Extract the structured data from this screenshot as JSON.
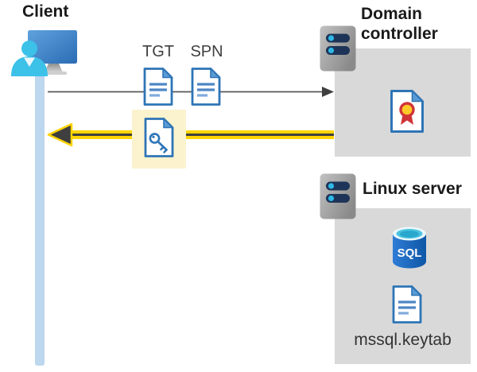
{
  "client": {
    "label": "Client"
  },
  "request_flow": {
    "tgt_label": "TGT",
    "spn_label": "SPN"
  },
  "domain_controller": {
    "label": "Domain controller"
  },
  "linux_server": {
    "label": "Linux server",
    "database_label": "SQL",
    "keytab_label": "mssql.keytab"
  },
  "colors": {
    "panel_gray": "#D9D9D9",
    "highlight_yellow": "#FBF3CE",
    "arrow_yellow": "#FFD400",
    "arrow_dark": "#3F3F3F",
    "request_line_gray": "#595959",
    "doc_border_blue": "#2E75B6",
    "doc_fold_blue": "#5B9BD5",
    "server_navy": "#1D3458",
    "led_cyan": "#2EB8E6",
    "person_cyan": "#3CC1E9",
    "lifeline_blue": "#BDD7EE",
    "sql_db_blue": "#1464C0",
    "certificate_red": "#D13438",
    "certificate_gold": "#FFC927"
  }
}
